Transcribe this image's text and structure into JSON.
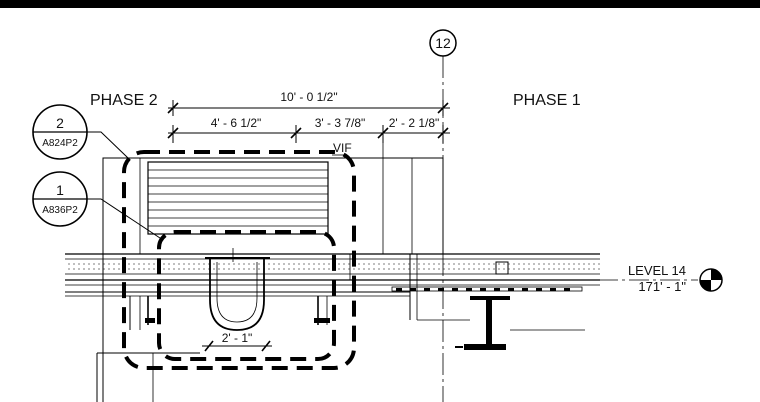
{
  "grid": {
    "label": "12"
  },
  "phases": {
    "left": "PHASE 2",
    "right": "PHASE 1"
  },
  "dimensions": {
    "overall": "10' - 0 1/2\"",
    "seg1": "4' - 6 1/2\"",
    "seg2": "3' - 3 7/8\"",
    "seg3": "2' - 2 1/8\"",
    "bottom": "2' - 1\""
  },
  "note": {
    "vif": "VIF"
  },
  "callouts": [
    {
      "number": "2",
      "sheet": "A824P2"
    },
    {
      "number": "1",
      "sheet": "A836P2"
    }
  ],
  "level": {
    "name": "LEVEL 14",
    "elevation": "171' - 1\""
  }
}
